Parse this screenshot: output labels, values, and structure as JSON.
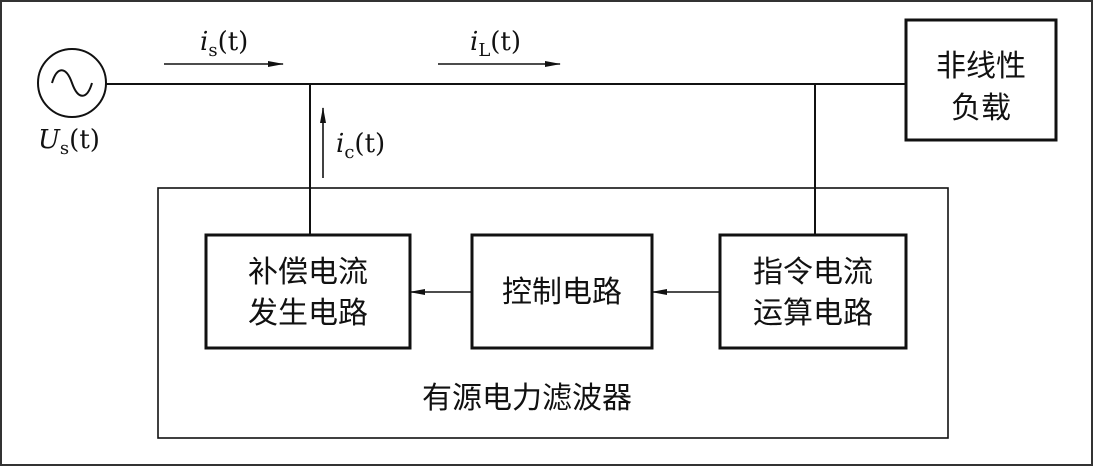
{
  "source": {
    "symbol": "U",
    "sub": "s",
    "arg": "(t)"
  },
  "currents": {
    "is": {
      "symbol": "i",
      "sub": "s",
      "arg": "(t)"
    },
    "iL": {
      "symbol": "i",
      "sub": "L",
      "arg": "(t)"
    },
    "ic": {
      "symbol": "i",
      "sub": "c",
      "arg": "(t)"
    }
  },
  "load": {
    "line1": "非线性",
    "line2": "负载"
  },
  "filter": {
    "title": "有源电力滤波器",
    "compensation": {
      "line1": "补偿电流",
      "line2": "发生电路"
    },
    "control": {
      "label": "控制电路"
    },
    "command": {
      "line1": "指令电流",
      "line2": "运算电路"
    }
  }
}
